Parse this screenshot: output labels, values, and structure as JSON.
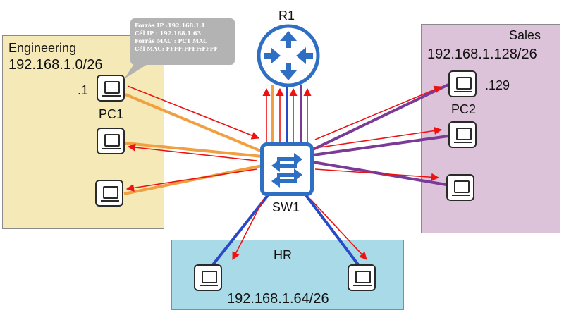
{
  "subnets": {
    "engineering": {
      "name": "Engineering",
      "network": "192.168.1.0/26"
    },
    "sales": {
      "name": "Sales",
      "network": "192.168.1.128/26"
    },
    "hr": {
      "name": "HR",
      "network": "192.168.1.64/26"
    }
  },
  "devices": {
    "router": {
      "label": "R1",
      "color": "#2e6fc4"
    },
    "switch": {
      "label": "SW1",
      "color": "#2e6fc4"
    },
    "pc1": {
      "label": "PC1",
      "ip_suffix": ".1"
    },
    "pc2": {
      "label": "PC2",
      "ip_suffix": ".129"
    }
  },
  "frame_info": {
    "lines": [
      "Forrás IP :192.168.1.1",
      "Cél IP : 192.168.1.63",
      "Forrás MAC : PC1 MAC",
      "Cél MAC: FFFF:FFFF:FFFF"
    ]
  },
  "colors": {
    "engineering_link": "#f0a040",
    "sales_link": "#7b3a96",
    "hr_link": "#2849c8",
    "broadcast_arrow": "#ee1111",
    "engineering_bg": "#f6e9b8",
    "sales_bg": "#dcc3da",
    "hr_bg": "#a9dae7"
  },
  "icons": {
    "router": "router-arrows-icon",
    "switch": "switch-arrows-icon",
    "pc": "computer-monitor-icon"
  }
}
